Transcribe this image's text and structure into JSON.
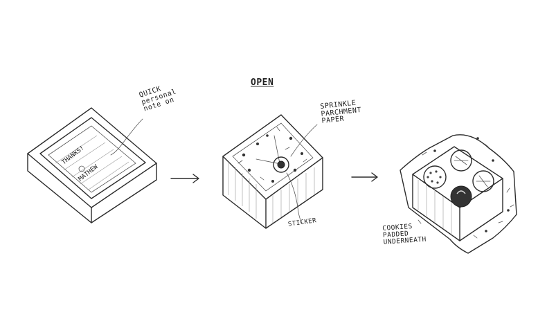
{
  "labels": {
    "open": "OPEN",
    "note": [
      "QUICK",
      "personal",
      "note on"
    ],
    "card": [
      "THANKS!",
      "MATHEW"
    ],
    "sprinkle": [
      "SPRINKLE",
      "PARCHMENT",
      "PAPER"
    ],
    "sticker": "STICKER",
    "cookies": [
      "COOKIES",
      "PADDED",
      "UNDERNEATH"
    ]
  }
}
